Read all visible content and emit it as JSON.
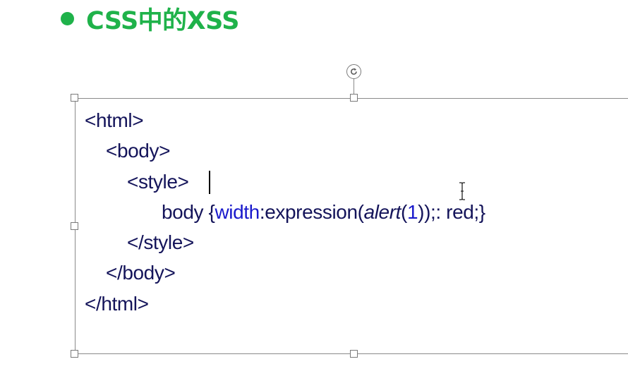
{
  "slide": {
    "title": "CSS中的XSS",
    "accent_color": "#1fb24a"
  },
  "code": {
    "line1": "<html>",
    "line2": "<body>",
    "line3": "<style>",
    "line4": {
      "selector": "body {",
      "property": "width",
      "colon": ":",
      "func_open": "expression(",
      "alert": "alert",
      "paren_open": "(",
      "arg": "1",
      "rest": "));: red;}"
    },
    "line5": "</style>",
    "line6": "</body>",
    "line7": "</html>"
  },
  "icons": {
    "rotate": "rotate-icon",
    "cursor": "text-cursor-icon"
  }
}
